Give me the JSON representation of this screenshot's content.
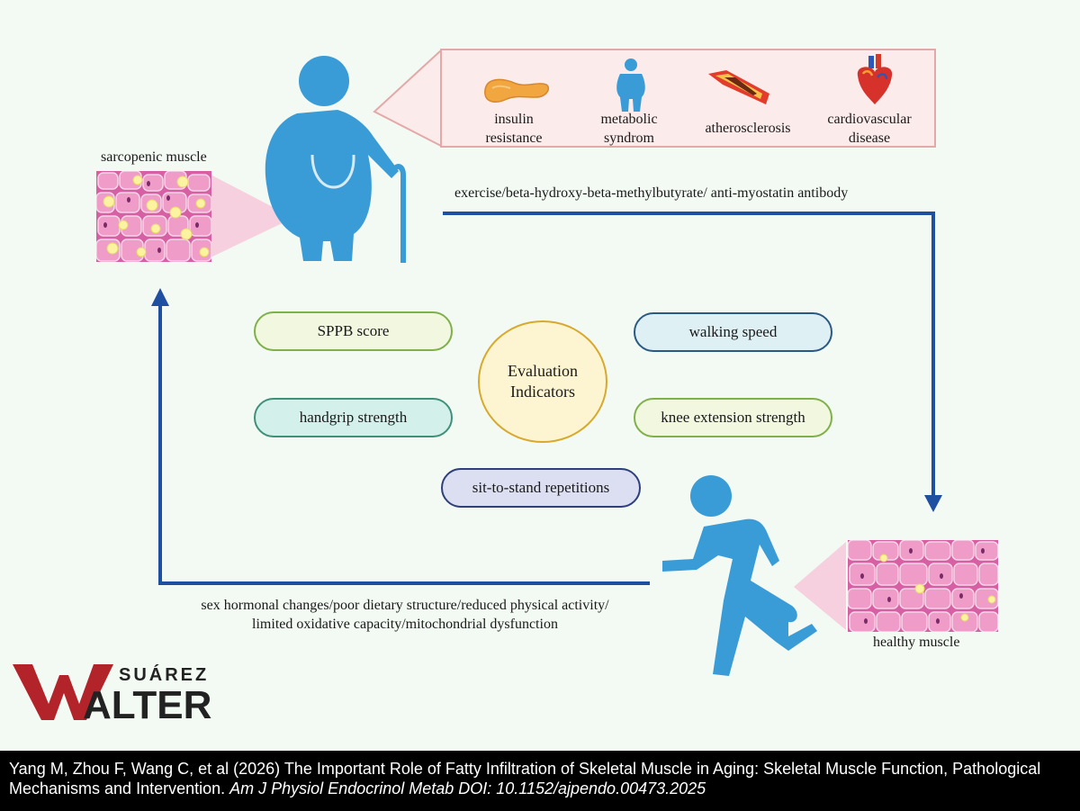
{
  "diagram": {
    "sarcopenic_label": "sarcopenic muscle",
    "healthy_label": "healthy muscle",
    "risks": [
      {
        "line1": "insulin",
        "line2": "resistance",
        "icon": "pancreas-icon"
      },
      {
        "line1": "metabolic",
        "line2": "syndrom",
        "icon": "obese-person-icon"
      },
      {
        "line1": "atherosclerosis",
        "line2": "",
        "icon": "artery-icon"
      },
      {
        "line1": "cardiovascular",
        "line2": "disease",
        "icon": "heart-icon"
      }
    ],
    "intervention_text": "exercise/beta-hydroxy-beta-methylbutyrate/ anti-myostatin antibody",
    "causes_line1": "sex hormonal changes/poor dietary structure/reduced physical activity/",
    "causes_line2": "limited oxidative capacity/mitochondrial dysfunction",
    "evaluation_line1": "Evaluation",
    "evaluation_line2": "Indicators",
    "indicators": {
      "sppb": "SPPB score",
      "walking": "walking speed",
      "handgrip": "handgrip strength",
      "knee": "knee extension strength",
      "sit": "sit-to-stand repetitions"
    },
    "colors": {
      "figure_blue": "#3a9cd6",
      "arrow_blue": "#1f4fa0",
      "muscle_pink": "#ef9cc9",
      "fat_yellow": "#fbf3a0"
    }
  },
  "logo": {
    "line1": "SUÁREZ",
    "line2": "WALTER"
  },
  "caption": {
    "text": "Yang M, Zhou F, Wang C, et al (2026) The Important Role of Fatty Infiltration of Skeletal Muscle in Aging: Skeletal Muscle Function, Pathological Mechanisms and Intervention.",
    "journal": "Am J Physiol Endocrinol Metab DOI: 10.1152/ajpendo.00473.2025"
  }
}
